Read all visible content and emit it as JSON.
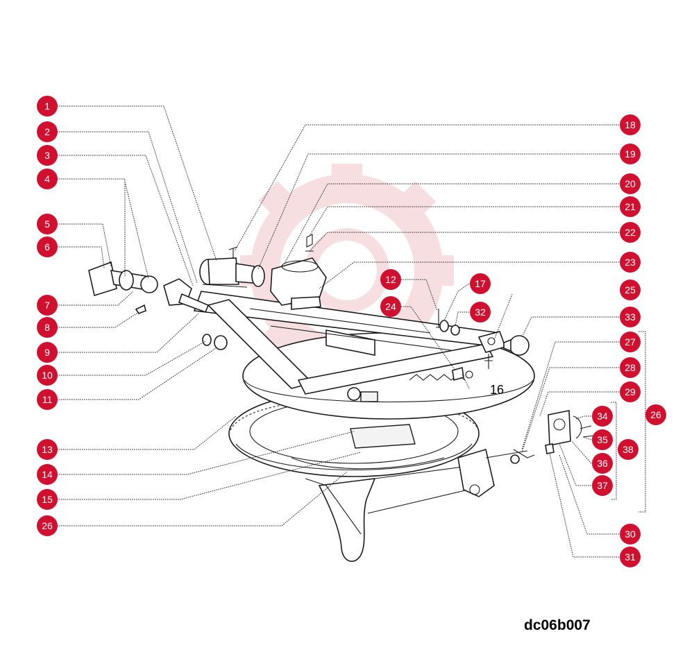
{
  "callouts": [
    "1",
    "2",
    "3",
    "4",
    "5",
    "6",
    "7",
    "8",
    "9",
    "10",
    "11",
    "12",
    "13",
    "14",
    "15",
    "24",
    "26",
    "17",
    "32",
    "18",
    "19",
    "20",
    "21",
    "22",
    "23",
    "25",
    "33",
    "27",
    "28",
    "29",
    "34",
    "35",
    "36",
    "37",
    "38",
    "26",
    "30",
    "31"
  ],
  "plain_label": "16",
  "drawing_code": "dc06b007",
  "colors": {
    "badge": "#d0102e",
    "watermark": "#f1c4c8",
    "line": "#222222"
  }
}
